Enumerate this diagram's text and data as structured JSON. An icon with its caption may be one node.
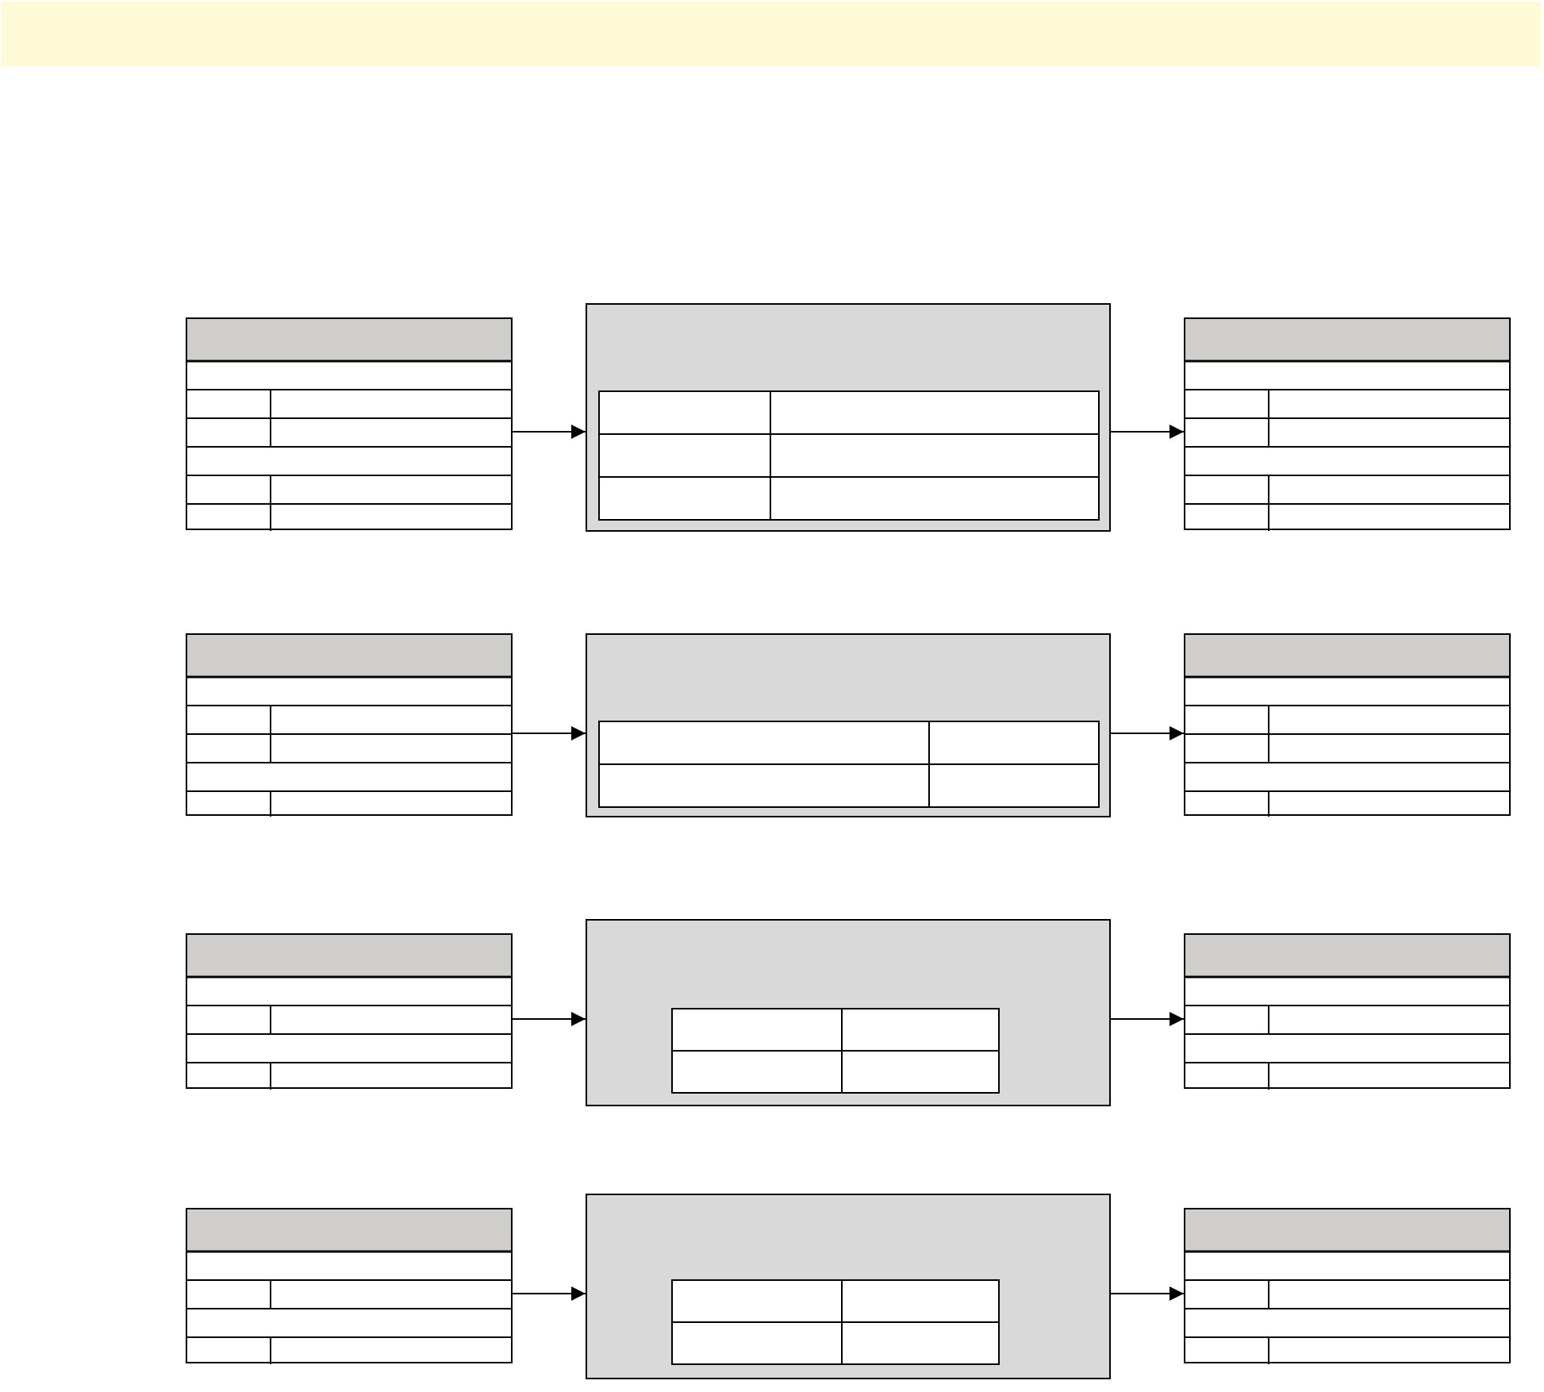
{
  "diagram": {
    "nodes": [
      {
        "text": [],
        "shape": "box"
      },
      {
        "text": [],
        "shape": "box"
      },
      {
        "text": [],
        "shape": "box"
      },
      {
        "text": [],
        "shape": "box"
      },
      {
        "text": [],
        "shape": "box"
      },
      {
        "text": [],
        "shape": "box"
      },
      {
        "text": [],
        "shape": "box"
      },
      {
        "text": [],
        "shape": "box"
      },
      {
        "text": [],
        "shape": "box"
      },
      {
        "text": [],
        "shape": "box"
      },
      {
        "text": [],
        "shape": "box"
      },
      {
        "text": [],
        "shape": "box"
      }
    ],
    "edges": [
      {
        "from": 0,
        "to": 1,
        "arrow": "to"
      },
      {
        "from": 1,
        "to": 2,
        "arrow": "to"
      },
      {
        "from": 3,
        "to": 4,
        "arrow": "to"
      },
      {
        "from": 4,
        "to": 5,
        "arrow": "to"
      },
      {
        "from": 6,
        "to": 7,
        "arrow": "to"
      },
      {
        "from": 7,
        "to": 8,
        "arrow": "to"
      },
      {
        "from": 9,
        "to": 10,
        "arrow": "to"
      },
      {
        "from": 10,
        "to": 11,
        "arrow": "to"
      }
    ]
  }
}
